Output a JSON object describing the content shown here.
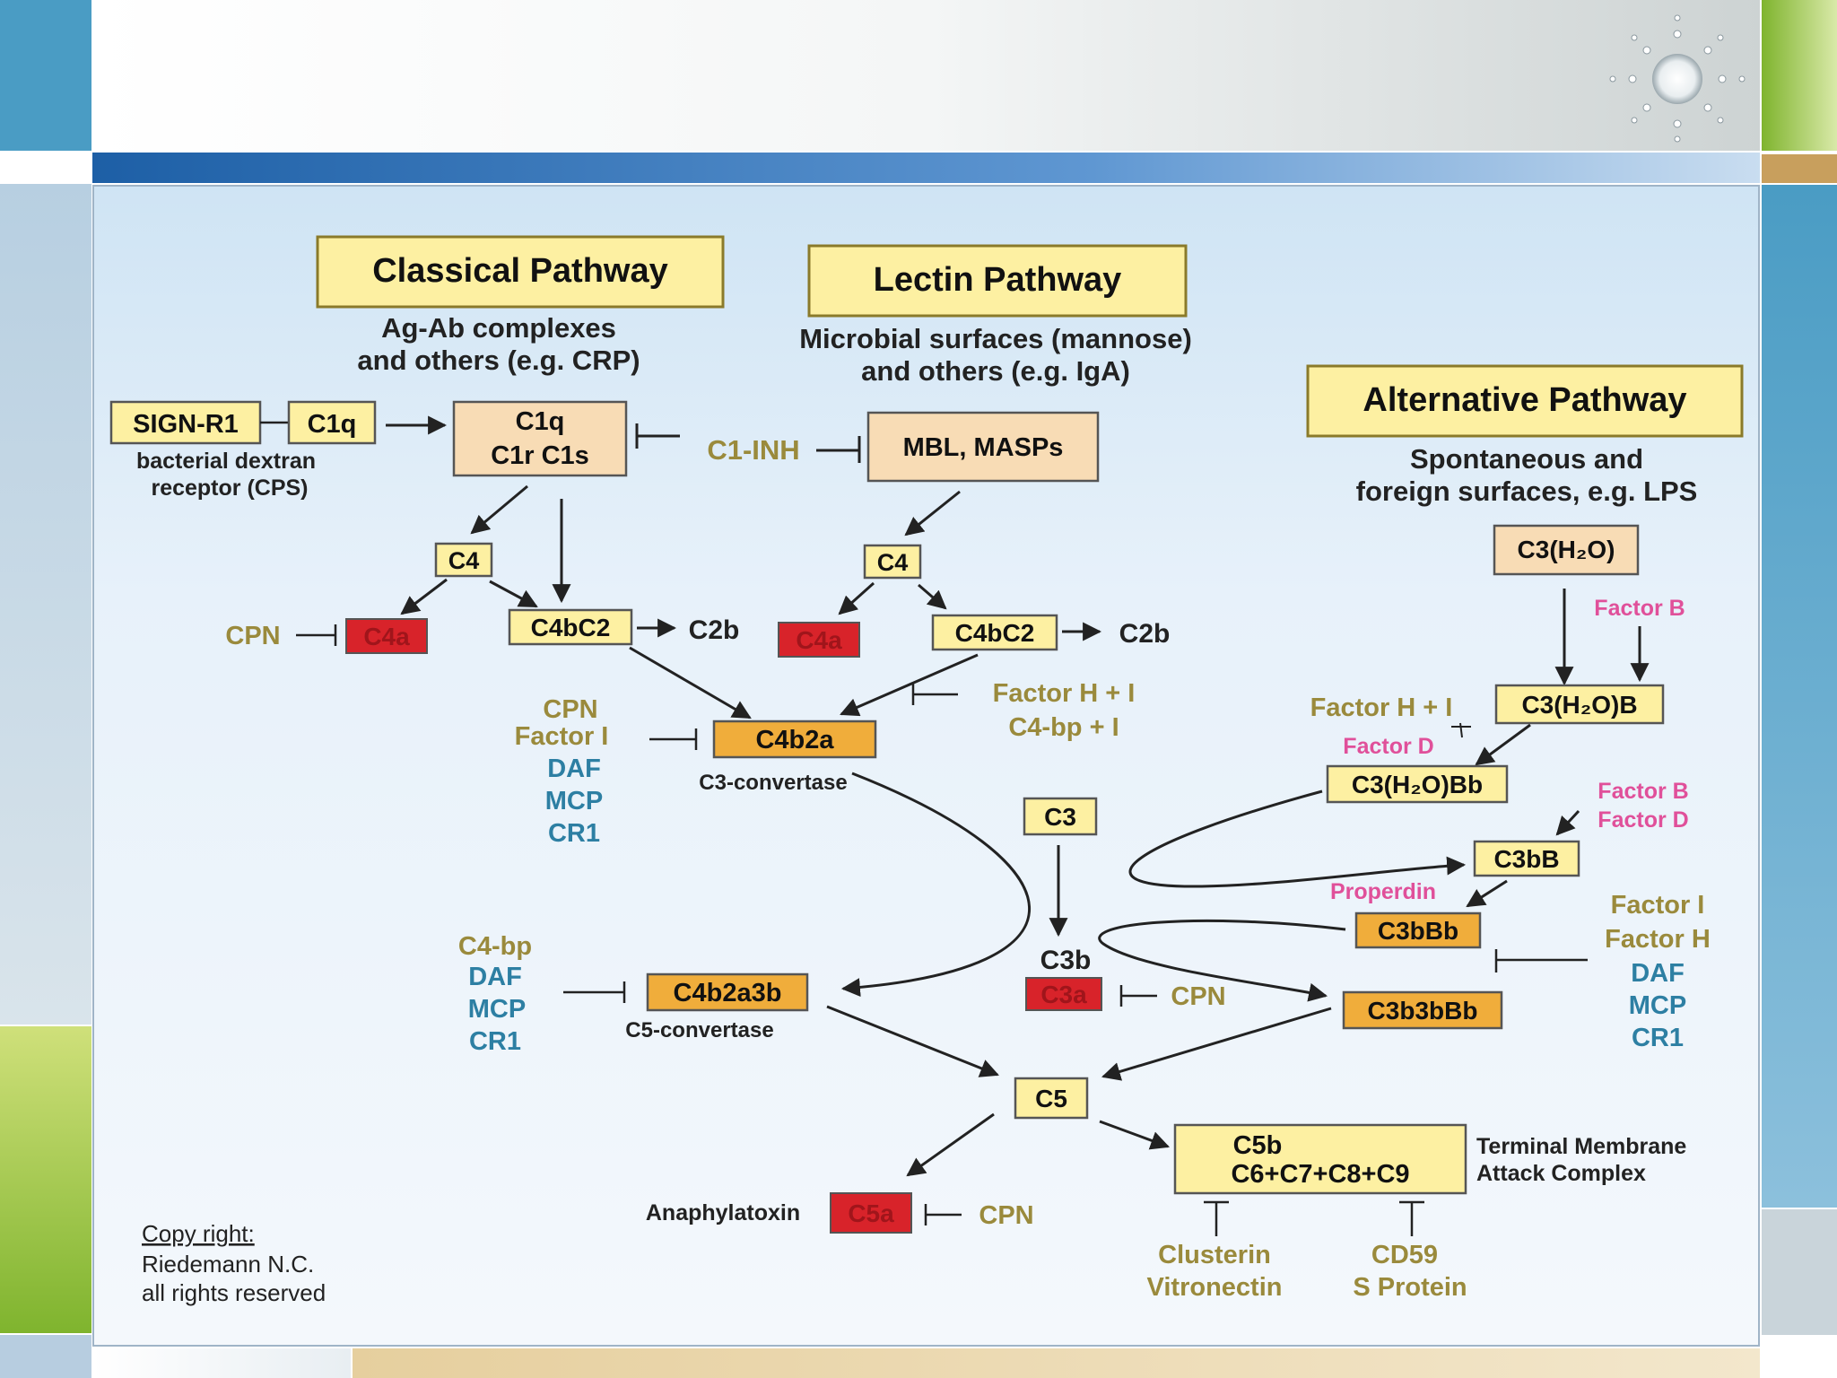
{
  "colors": {
    "box_yellow": "#fdf0a2",
    "box_peach": "#f8dcb5",
    "box_orange": "#f0ad3b",
    "box_red": "#d8232a",
    "olive": "#9a8a3c",
    "teal": "#2d7fa3",
    "pink": "#e0509a",
    "arrow": "#222222"
  },
  "decor": {
    "logo_icon": "sunburst-icon"
  },
  "diagram": {
    "classical_title": "Classical Pathway",
    "classical_sub1": "Ag-Ab complexes",
    "classical_sub2": "and others (e.g. CRP)",
    "lectin_title": "Lectin Pathway",
    "lectin_sub1": "Microbial surfaces (mannose)",
    "lectin_sub2": "and others (e.g. IgA)",
    "alt_title": "Alternative Pathway",
    "alt_sub1": "Spontaneous and",
    "alt_sub2": "foreign surfaces, e.g. LPS",
    "sign_r1": "SIGN-R1",
    "c1q": "C1q",
    "c1_complex_line1": "C1q",
    "c1_complex_line2": "C1r  C1s",
    "bacterial_line1": "bacterial dextran",
    "bacterial_line2": "receptor (CPS)",
    "c1_inh": "C1-INH",
    "mbl": "MBL, MASPs",
    "c4": "C4",
    "c4a": "C4a",
    "c4bc2": "C4bC2",
    "c2b": "C2b",
    "cpn": "CPN",
    "c4b2a": "C4b2a",
    "c3_convertase": "C3-convertase",
    "factor_i": "Factor I",
    "daf": "DAF",
    "mcp": "MCP",
    "cr1": "CR1",
    "factor_h_i": "Factor H + I",
    "c4bp_i": "C4-bp + I",
    "c3h2o": "C3(H₂O)",
    "factor_b": "Factor B",
    "factor_d": "Factor D",
    "c3h2ob": "C3(H₂O)B",
    "c3h2obb": "C3(H₂O)Bb",
    "c3": "C3",
    "c3bb": "C3bB",
    "properdin": "Properdin",
    "c3bbb": "C3bBb",
    "factor_h": "Factor H",
    "c3b": "C3b",
    "c3a": "C3a",
    "c4bp": "C4-bp",
    "c4b2a3b": "C4b2a3b",
    "c5_convertase": "C5-convertase",
    "c3b3bbb": "C3b3bBb",
    "c5": "C5",
    "mac_line1": "C5b",
    "mac_line2": "C6+C7+C8+C9",
    "tmac_line1": "Terminal Membrane",
    "tmac_line2": "Attack Complex",
    "anaphylatoxin": "Anaphylatoxin",
    "c5a": "C5a",
    "clusterin": "Clusterin",
    "vitronectin": "Vitronectin",
    "cd59": "CD59",
    "s_protein": "S Protein",
    "copyright_line1": "Copy right:",
    "copyright_line2": "Riedemann N.C.",
    "copyright_line3": "all rights reserved"
  }
}
